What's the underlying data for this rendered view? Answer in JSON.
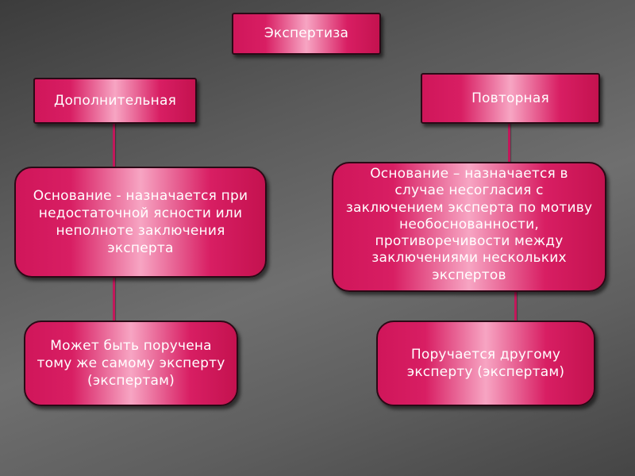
{
  "diagram": {
    "root": {
      "label": "Экспертиза"
    },
    "left_branch": {
      "type_label": "Дополнительная",
      "basis_text": "Основание - назначается при недостаточной ясности или неполноте заключения эксперта",
      "assignment_text": "Может быть поручена тому же самому эксперту (экспертам)"
    },
    "right_branch": {
      "type_label": "Повторная",
      "basis_text": "Основание – назначается в случае несогласия с заключением эксперта по мотиву необоснованности, противоречивости между заключениями нескольких экспертов",
      "assignment_text": "Поручается другому эксперту (экспертам)"
    },
    "colors": {
      "box_fill": "#d81e63",
      "box_highlight": "#f7a5c3",
      "connector": "#c2185b",
      "background": "#5a5a5a"
    }
  }
}
